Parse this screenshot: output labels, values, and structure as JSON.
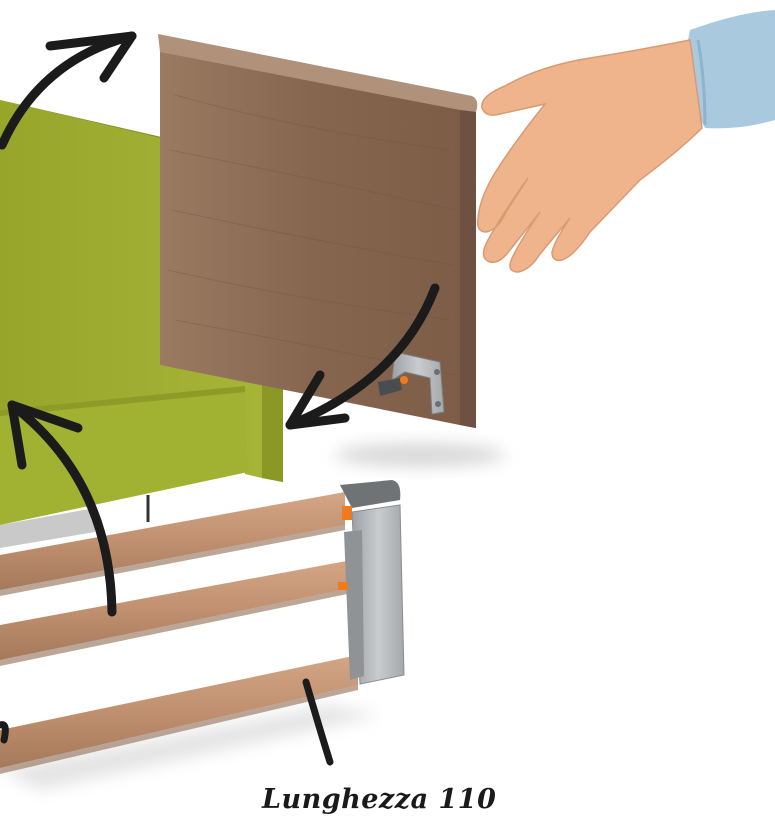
{
  "caption": "Lunghezza 110",
  "colors": {
    "fabric": "#9fae2f",
    "fabric_dark": "#7f8c22",
    "wood_panel": "#8f6f55",
    "wood_rail": "#bf8e6e",
    "metal_bracket": "#b9bcbf",
    "skin": "#f0b48c",
    "sleeve": "#a9c9df",
    "arrow": "#1b1b1b",
    "handle_accent": "#f07a1c"
  },
  "icons": [
    "curved-arrow-icon",
    "hand",
    "bracket",
    "side-rail"
  ]
}
